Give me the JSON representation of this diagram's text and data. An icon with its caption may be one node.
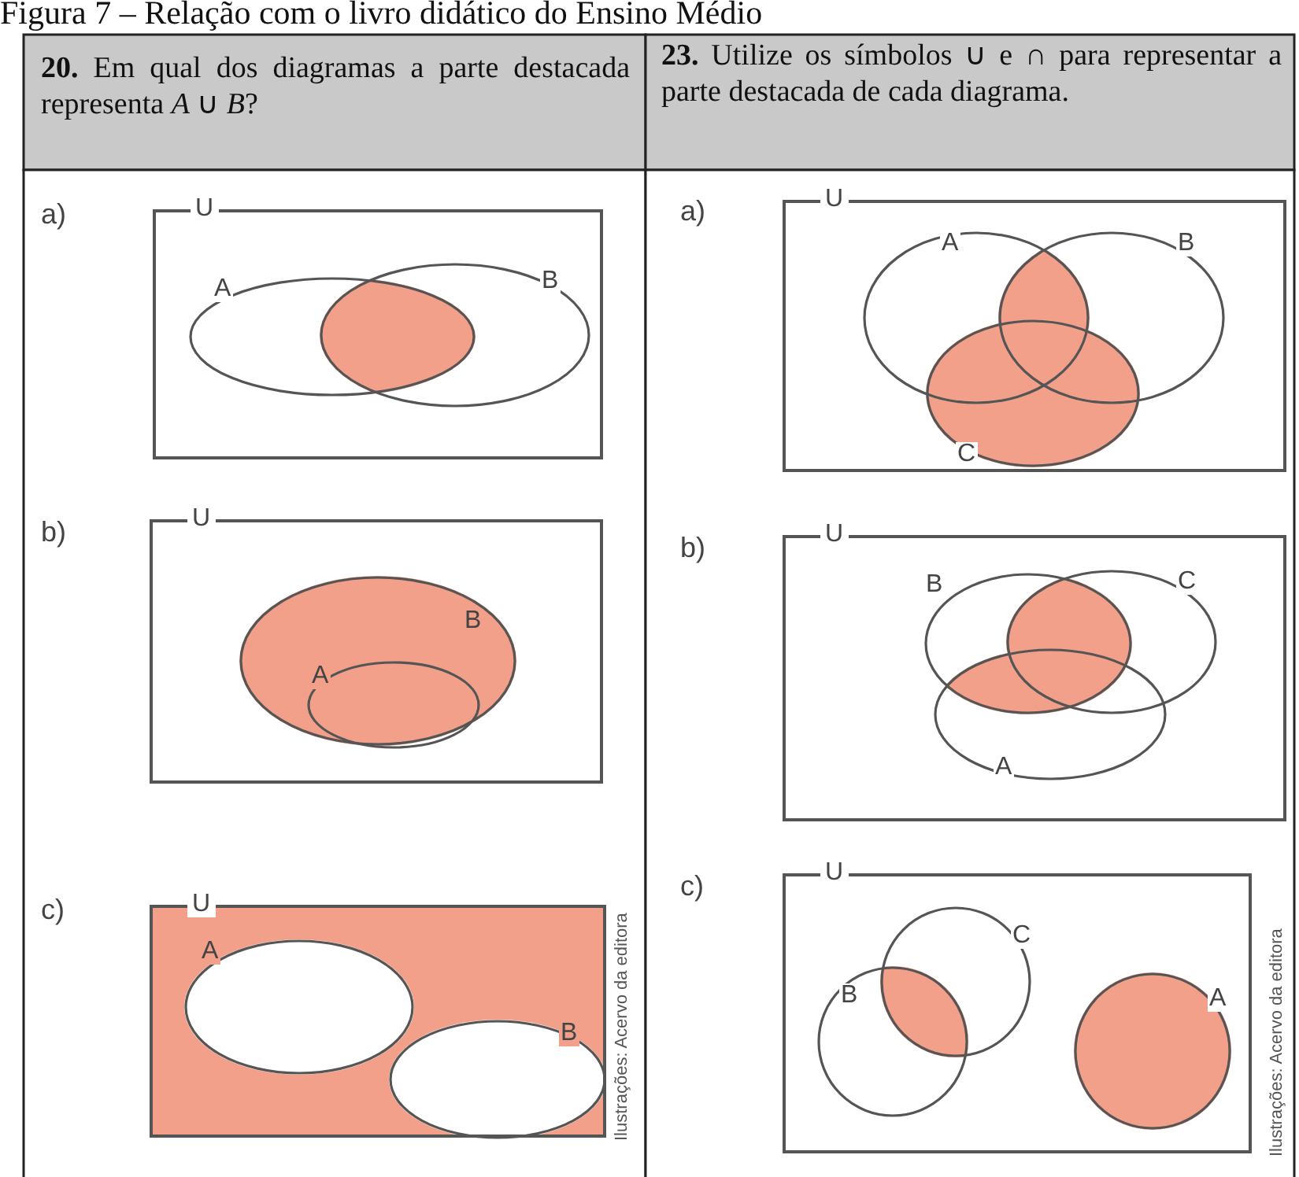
{
  "diagram": {
    "title": "Figura 7 – Relação com o livro didático do Ensino Médio",
    "nodes": [
      {
        "text": [
          "U"
        ]
      },
      {
        "text": [
          "A"
        ],
        "in": 0
      },
      {
        "text": [
          "B"
        ],
        "in": 0
      },
      {
        "text": [
          "U"
        ]
      },
      {
        "text": [
          "B"
        ],
        "in": 3
      },
      {
        "text": [
          "A"
        ],
        "in": 4
      },
      {
        "text": [
          "U"
        ]
      },
      {
        "text": [
          "A"
        ],
        "in": 6
      },
      {
        "text": [
          "B"
        ],
        "in": 6
      },
      {
        "text": [
          "U"
        ]
      },
      {
        "text": [
          "A"
        ],
        "in": 9
      },
      {
        "text": [
          "B"
        ],
        "in": 9
      },
      {
        "text": [
          "C"
        ],
        "in": 9
      },
      {
        "text": [
          "U"
        ]
      },
      {
        "text": [
          "B"
        ],
        "in": 13
      },
      {
        "text": [
          "C"
        ],
        "in": 13
      },
      {
        "text": [
          "A"
        ],
        "in": 13
      },
      {
        "text": [
          "U"
        ]
      },
      {
        "text": [
          "C"
        ],
        "in": 17
      },
      {
        "text": [
          "B"
        ],
        "in": 17
      },
      {
        "text": [
          "A"
        ],
        "in": 17
      }
    ],
    "labels": [
      "**20.** Em qual dos diagramas a parte destacada representa *A* ∪ *B*?",
      "**23.** Utilize os símbolos ∪ e ∩ para representar a parte destacada de cada diagrama.",
      "a)",
      "a)",
      "b)",
      "b)",
      "c)",
      "c)",
      "Ilustrações: Acervo da editora",
      "Ilustrações: Acervo da editora"
    ]
  }
}
